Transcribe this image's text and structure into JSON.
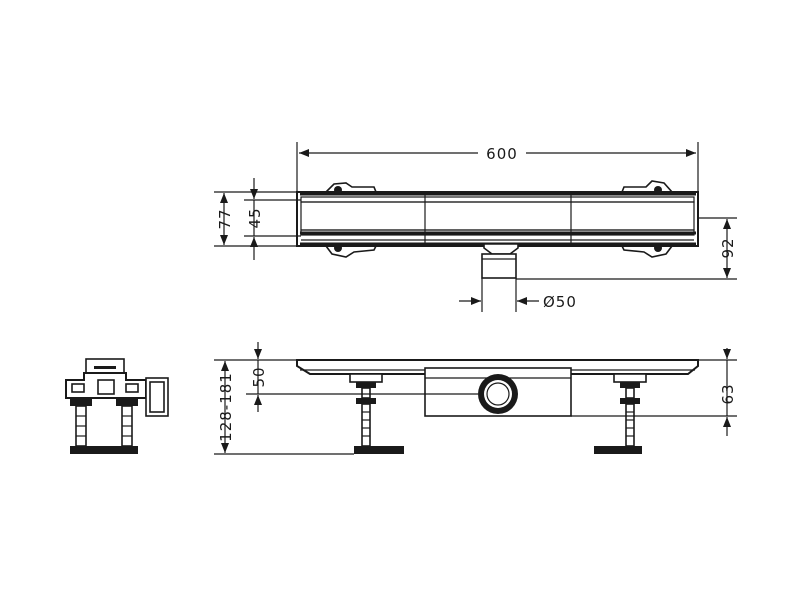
{
  "dimensions": {
    "length": "600",
    "frame_height": "77",
    "channel_height": "45",
    "outlet_depth": "92",
    "outlet_diameter": "Ø50",
    "adjust_range": "128-181",
    "top_to_axis": "50",
    "body_height": "63"
  },
  "colors": {
    "line": "#1a1a1a",
    "background": "#ffffff"
  }
}
